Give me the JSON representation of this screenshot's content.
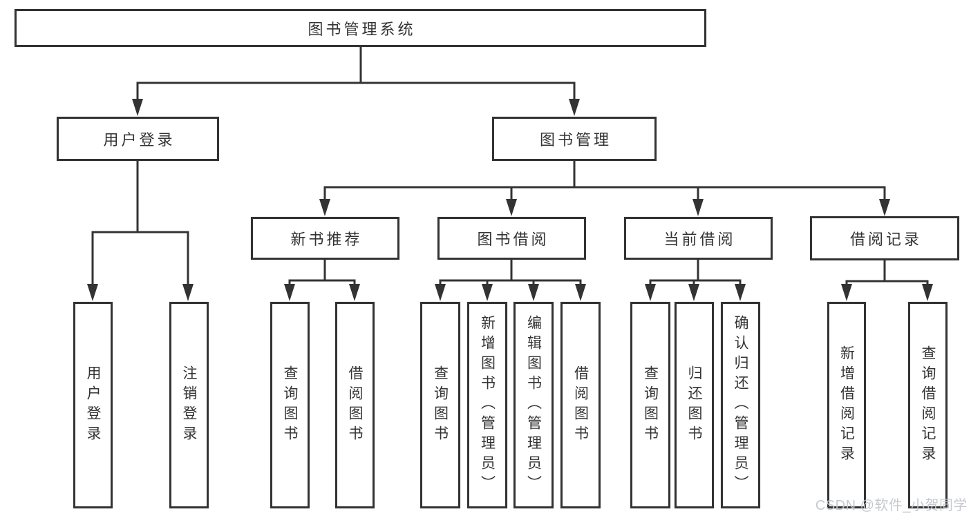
{
  "tree": {
    "label": "图书管理系统",
    "children": [
      {
        "label": "用户登录",
        "children": [
          {
            "label": "用户登录"
          },
          {
            "label": "注销登录"
          }
        ]
      },
      {
        "label": "图书管理",
        "children": [
          {
            "label": "新书推荐",
            "children": [
              {
                "label": "查询图书"
              },
              {
                "label": "借阅图书"
              }
            ]
          },
          {
            "label": "图书借阅",
            "children": [
              {
                "label": "查询图书"
              },
              {
                "label": "新增图书（管理员）"
              },
              {
                "label": "编辑图书（管理员）"
              },
              {
                "label": "借阅图书"
              }
            ]
          },
          {
            "label": "当前借阅",
            "children": [
              {
                "label": "查询图书"
              },
              {
                "label": "归还图书"
              },
              {
                "label": "确认归还（管理员）"
              }
            ]
          },
          {
            "label": "借阅记录",
            "children": [
              {
                "label": "新增借阅记录"
              },
              {
                "label": "查询借阅记录"
              }
            ]
          }
        ]
      }
    ]
  },
  "watermark": "CSDN @软件_小贺同学",
  "colors": {
    "line": "#333333",
    "box_border": "#333333",
    "box_fill": "#ffffff",
    "text": "#333333",
    "watermark": "#c3c7cc"
  }
}
